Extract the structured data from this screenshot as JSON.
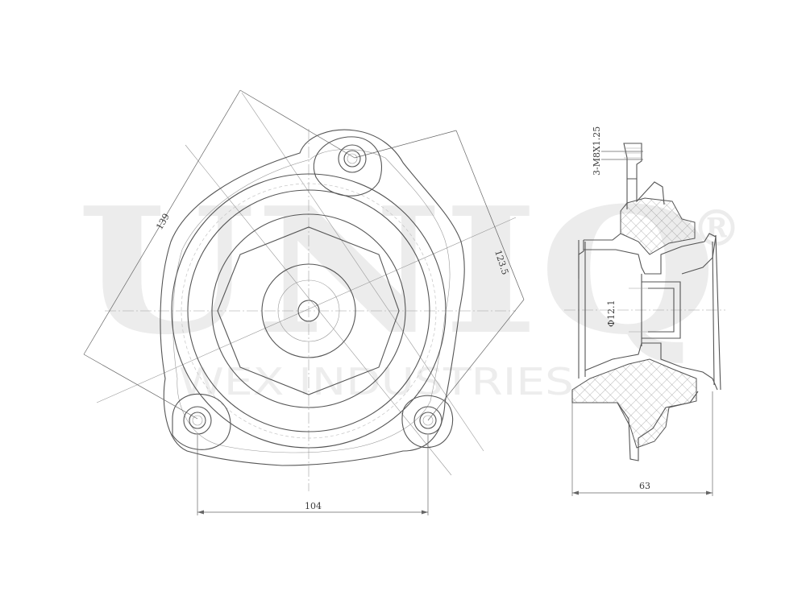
{
  "watermark": {
    "brand": "UNIQ",
    "registered": "®",
    "tagline": "WEX INDUSTRIES"
  },
  "dimensions": {
    "width_front": "104",
    "diag_left": "139",
    "diag_right": "123.5",
    "thread": "3-M8X1.25",
    "bore": "Φ12.1",
    "height_side": "63"
  },
  "colors": {
    "line": "#555555",
    "centerline": "#a0a0a0",
    "watermark": "#ececec",
    "hatch": "#8a8a8a"
  }
}
